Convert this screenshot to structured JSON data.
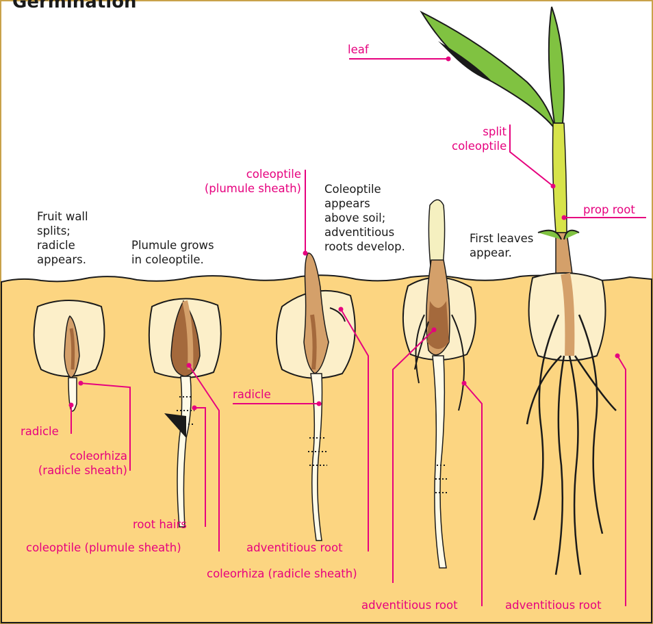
{
  "title": "Germination",
  "captions": {
    "stage1": [
      "Fruit wall",
      "splits;",
      "radicle",
      "appears."
    ],
    "stage2": [
      "Plumule grows",
      "in coleoptile."
    ],
    "stage4": [
      "Coleoptile",
      "appears",
      "above soil;",
      "adventitious",
      "roots develop."
    ],
    "stage5": [
      "First leaves",
      "appear."
    ]
  },
  "labels": {
    "leaf": "leaf",
    "split_coleoptile": [
      "split",
      "coleoptile"
    ],
    "prop_root": "prop root",
    "coleoptile_plumule_sheath_top": [
      "coleoptile",
      "(plumule sheath)"
    ],
    "radicle_stage1": "radicle",
    "coleorhiza_stage1": [
      "coleorhiza",
      "(radicle sheath)"
    ],
    "radicle_stage3": "radicle",
    "root_hairs": "root hairs",
    "coleoptile_plumule_sheath_bottom": "coleoptile (plumule sheath)",
    "adventitious_root_stage3": "adventitious root",
    "coleorhiza_radicle_sheath_bottom": "coleorhiza (radicle sheath)",
    "adventitious_root_stage4": "adventitious root",
    "adventitious_root_stage5": "adventitious root"
  },
  "colors": {
    "soil": "#fcd581",
    "label": "#e6007e",
    "seed": "#fcefc9",
    "endosperm": "#d4a06a",
    "embryo": "#a4693c",
    "leaf_green": "#80c241",
    "stem_yellow": "#d7e34a"
  }
}
